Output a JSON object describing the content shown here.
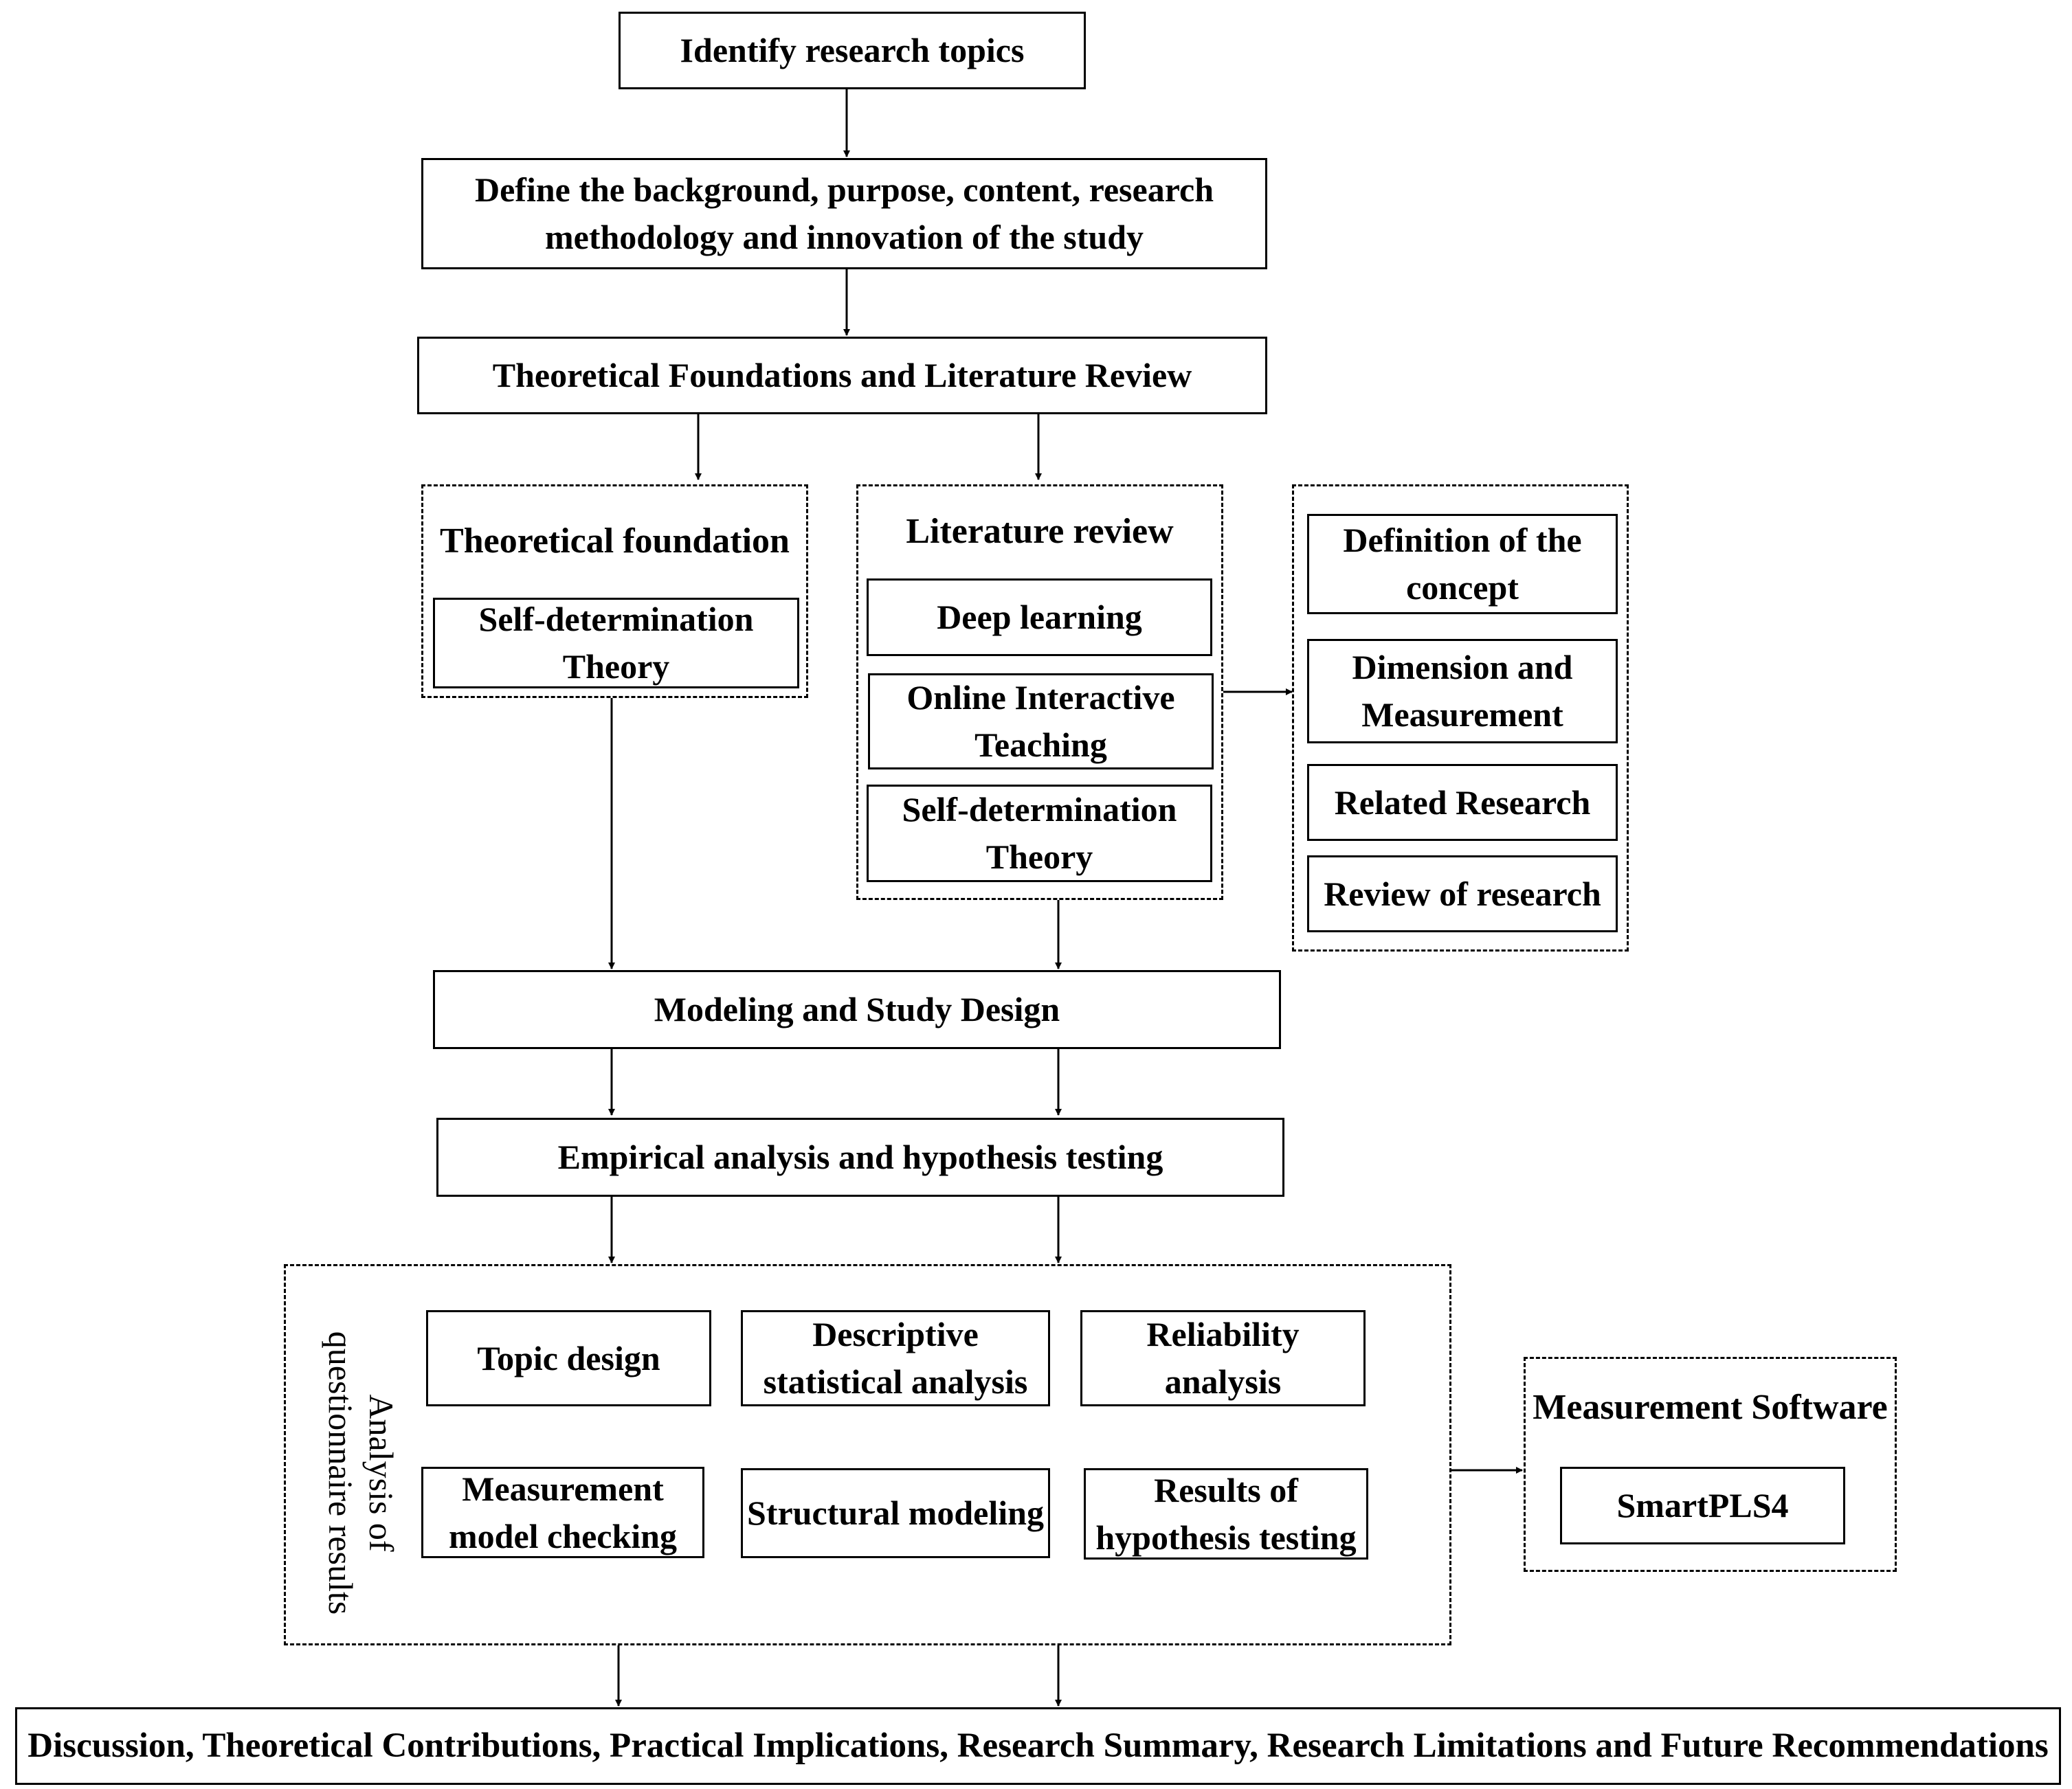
{
  "steps": {
    "identify": "Identify research topics",
    "define": [
      "Define the background, purpose, content, research",
      "methodology and innovation of the study"
    ],
    "theory_lit": "Theoretical Foundations and Literature Review",
    "modeling": "Modeling and Study Design",
    "empirical": "Empirical analysis and hypothesis testing",
    "discussion": "Discussion, Theoretical Contributions, Practical Implications, Research Summary, Research Limitations and Future Recommendations"
  },
  "theoretical_foundation": {
    "title": "Theoretical foundation",
    "item": [
      "Self-determination",
      "Theory"
    ]
  },
  "literature_review": {
    "title": "Literature review",
    "items": [
      [
        "Deep learning"
      ],
      [
        "Online Interactive",
        "Teaching"
      ],
      [
        "Self-determination",
        "Theory"
      ]
    ]
  },
  "review_aspects": [
    [
      "Definition of the",
      "concept"
    ],
    [
      "Dimension and",
      "Measurement"
    ],
    [
      "Related Research"
    ],
    [
      "Review of research"
    ]
  ],
  "questionnaire": {
    "title": [
      "Analysis of",
      "questionnaire results"
    ],
    "items": [
      [
        "Topic design"
      ],
      [
        "Descriptive",
        "statistical analysis"
      ],
      [
        "Reliability",
        "analysis"
      ],
      [
        "Measurement",
        "model checking"
      ],
      [
        "Structural modeling"
      ],
      [
        "Results of",
        "hypothesis testing"
      ]
    ]
  },
  "software": {
    "title": "Measurement Software",
    "item": "SmartPLS4"
  }
}
